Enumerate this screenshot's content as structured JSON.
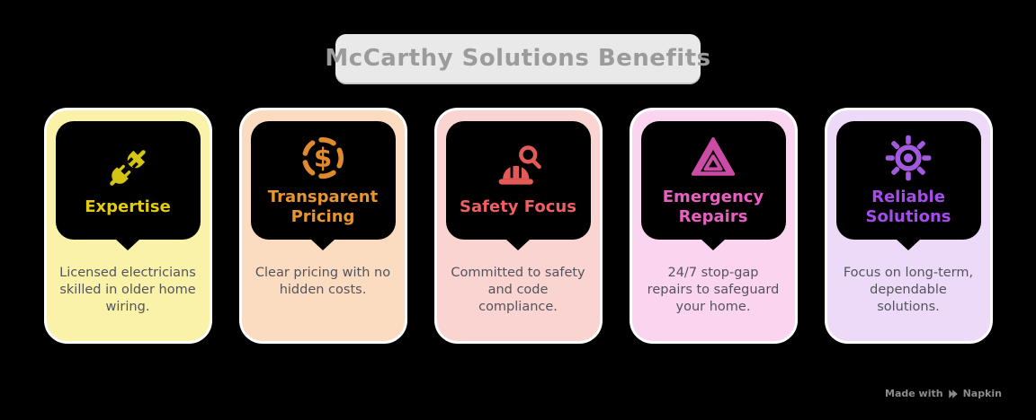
{
  "header": {
    "title": "McCarthy Solutions Benefits",
    "bg_color": "#e9e9e9",
    "text_color": "#9b9b9b"
  },
  "cards": [
    {
      "title": "Expertise",
      "description": "Licensed electricians skilled in older home wiring.",
      "icon": "plug-disconnected-icon",
      "colors": {
        "card_bg": "#f9f2a8",
        "icon": "#d4c414",
        "title": "#e2cb10"
      }
    },
    {
      "title": "Transparent Pricing",
      "description": "Clear pricing with no hidden costs.",
      "icon": "dollar-coin-icon",
      "colors": {
        "card_bg": "#fbdcc0",
        "icon": "#df8a2c",
        "title": "#e9952f"
      }
    },
    {
      "title": "Safety Focus",
      "description": "Committed to safety and code compliance.",
      "icon": "hard-hat-search-icon",
      "colors": {
        "card_bg": "#fad4d0",
        "icon": "#e35b57",
        "title": "#ee5f62"
      }
    },
    {
      "title": "Emergency Repairs",
      "description": "24/7 stop-gap repairs to safeguard your home.",
      "icon": "warning-triangle-icon",
      "colors": {
        "card_bg": "#fbd5ef",
        "icon": "#cc4ba4",
        "title": "#e95fc2"
      }
    },
    {
      "title": "Reliable Solutions",
      "description": "Focus on long-term, dependable solutions.",
      "icon": "gear-icon",
      "colors": {
        "card_bg": "#ecdaf8",
        "icon": "#a159dd",
        "title": "#a64ced"
      }
    }
  ],
  "shared_colors": {
    "canvas_bg": "#000000",
    "card_border": "#ffffff",
    "bubble_bg": "#000000",
    "description_text": "#55545c",
    "footer_text": "#8c8c8c"
  },
  "footer": {
    "made_with": "Made with",
    "brand": "Napkin"
  }
}
